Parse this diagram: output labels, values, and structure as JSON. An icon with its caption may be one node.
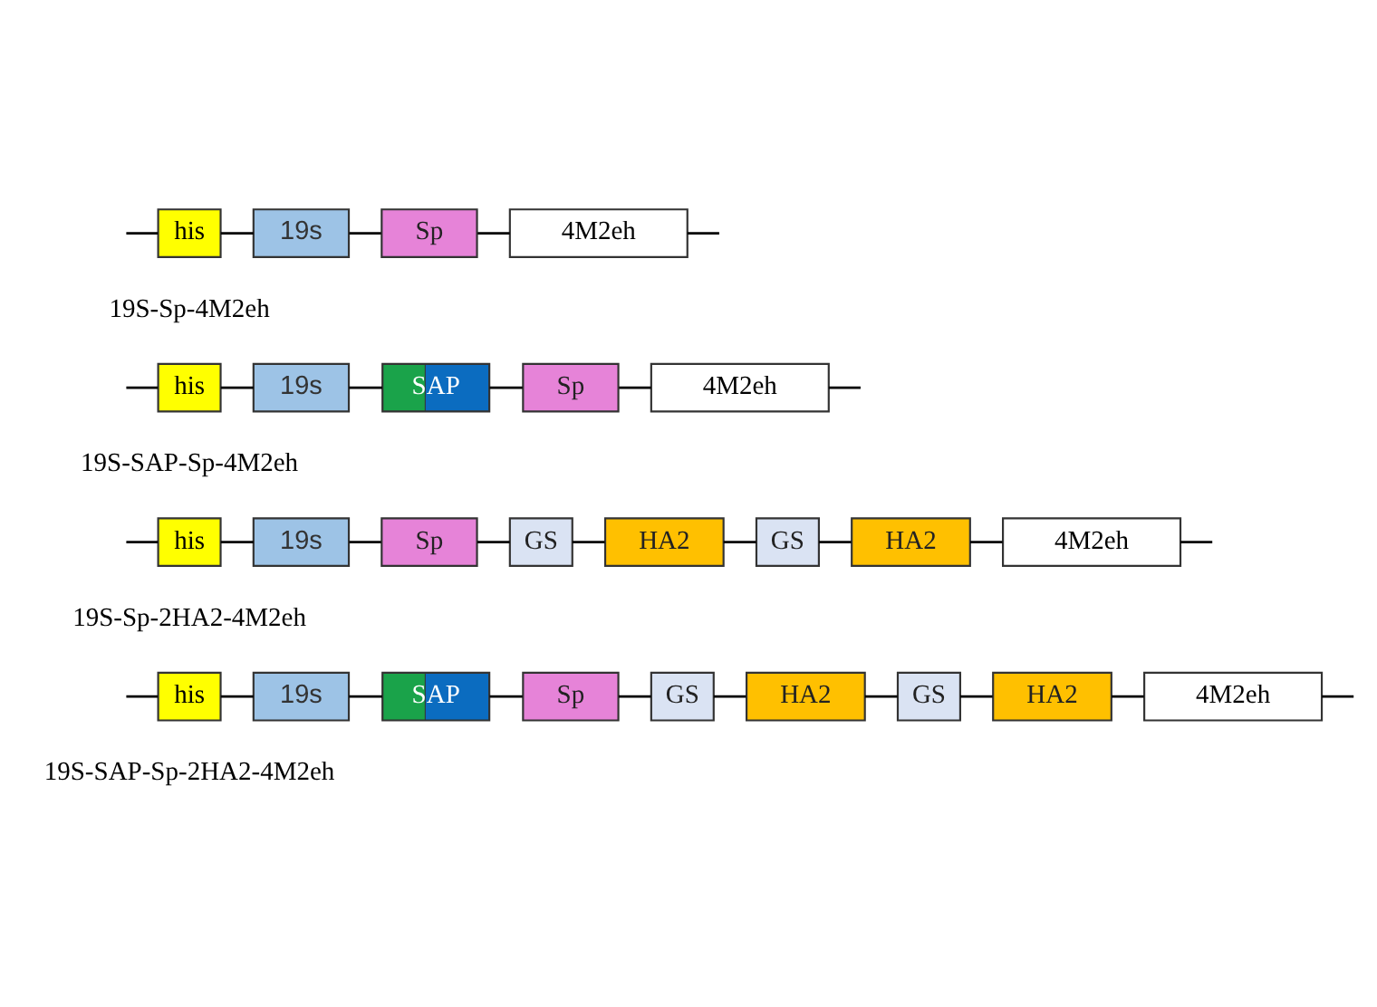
{
  "diagram": {
    "nodes": [
      {
        "text": [
          "his"
        ]
      },
      {
        "text": [
          "19s"
        ]
      },
      {
        "text": [
          "Sp"
        ]
      },
      {
        "text": [
          "4M2eh"
        ]
      },
      {
        "text": [
          "his"
        ]
      },
      {
        "text": [
          "19s"
        ]
      },
      {
        "text": [
          "SAP"
        ]
      },
      {
        "text": [
          "Sp"
        ]
      },
      {
        "text": [
          "4M2eh"
        ]
      },
      {
        "text": [
          "his"
        ]
      },
      {
        "text": [
          "19s"
        ]
      },
      {
        "text": [
          "Sp"
        ]
      },
      {
        "text": [
          "GS"
        ]
      },
      {
        "text": [
          "HA2"
        ]
      },
      {
        "text": [
          "GS"
        ]
      },
      {
        "text": [
          "HA2"
        ]
      },
      {
        "text": [
          "4M2eh"
        ]
      },
      {
        "text": [
          "his"
        ]
      },
      {
        "text": [
          "19s"
        ]
      },
      {
        "text": [
          "SAP"
        ]
      },
      {
        "text": [
          "Sp"
        ]
      },
      {
        "text": [
          "GS"
        ]
      },
      {
        "text": [
          "HA2"
        ]
      },
      {
        "text": [
          "GS"
        ]
      },
      {
        "text": [
          "HA2"
        ]
      },
      {
        "text": [
          "4M2eh"
        ]
      }
    ],
    "edges": [
      {
        "from": null,
        "to": 0,
        "arrow": "none"
      },
      {
        "from": 0,
        "to": 1,
        "arrow": "none"
      },
      {
        "from": 1,
        "to": 2,
        "arrow": "none"
      },
      {
        "from": 2,
        "to": 3,
        "arrow": "none"
      },
      {
        "from": 3,
        "to": null,
        "arrow": "none"
      },
      {
        "from": null,
        "to": 4,
        "arrow": "none"
      },
      {
        "from": 4,
        "to": 5,
        "arrow": "none"
      },
      {
        "from": 5,
        "to": 6,
        "arrow": "none"
      },
      {
        "from": 6,
        "to": 7,
        "arrow": "none"
      },
      {
        "from": 7,
        "to": 8,
        "arrow": "none"
      },
      {
        "from": 8,
        "to": null,
        "arrow": "none"
      },
      {
        "from": null,
        "to": 9,
        "arrow": "none"
      },
      {
        "from": 9,
        "to": 10,
        "arrow": "none"
      },
      {
        "from": 10,
        "to": 11,
        "arrow": "none"
      },
      {
        "from": 11,
        "to": 12,
        "arrow": "none"
      },
      {
        "from": 12,
        "to": 13,
        "arrow": "none"
      },
      {
        "from": 13,
        "to": 14,
        "arrow": "none"
      },
      {
        "from": 14,
        "to": 15,
        "arrow": "none"
      },
      {
        "from": 15,
        "to": 16,
        "arrow": "none"
      },
      {
        "from": 16,
        "to": null,
        "arrow": "none"
      },
      {
        "from": null,
        "to": 17,
        "arrow": "none"
      },
      {
        "from": 17,
        "to": 18,
        "arrow": "none"
      },
      {
        "from": 18,
        "to": 19,
        "arrow": "none"
      },
      {
        "from": 19,
        "to": 20,
        "arrow": "none"
      },
      {
        "from": 20,
        "to": 21,
        "arrow": "none"
      },
      {
        "from": 21,
        "to": 22,
        "arrow": "none"
      },
      {
        "from": 22,
        "to": 23,
        "arrow": "none"
      },
      {
        "from": 23,
        "to": 24,
        "arrow": "none"
      },
      {
        "from": 24,
        "to": 25,
        "arrow": "none"
      },
      {
        "from": 25,
        "to": null,
        "arrow": "none"
      }
    ],
    "labels": [
      "19S-Sp-4M2eh",
      "19S-SAP-Sp-4M2eh",
      "19S-Sp-2HA2-4M2eh",
      "19S-SAP-Sp-2HA2-4M2eh"
    ]
  }
}
